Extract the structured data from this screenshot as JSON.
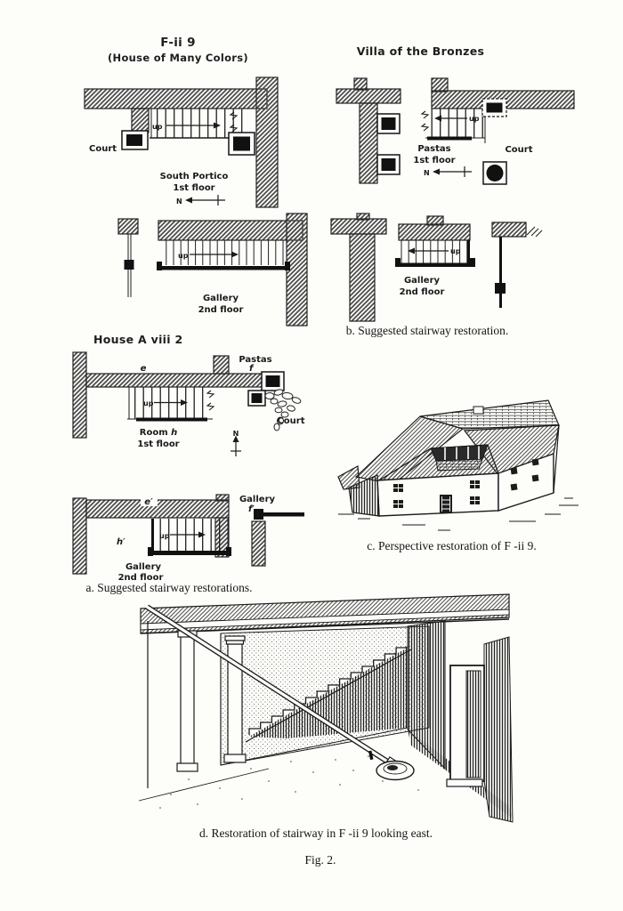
{
  "figure": {
    "label": "Fig. 2."
  },
  "colors": {
    "ink": "#1b1b1b",
    "paper": "#fdfdfa"
  },
  "captions": {
    "a": "a.  Suggested stairway restorations.",
    "b": "b.  Suggested stairway restoration.",
    "c": "c.  Perspective restoration of F -ii 9.",
    "d": "d.  Restoration of stairway in F -ii 9 looking east."
  },
  "fii9": {
    "title": "F-ii 9",
    "subtitle": "(House of Many Colors)",
    "plan1": {
      "up": "up",
      "court": "Court",
      "room": "South Portico",
      "floor": "1st floor",
      "north": "N"
    },
    "plan2": {
      "up": "up",
      "room": "Gallery",
      "floor": "2nd floor"
    }
  },
  "villa": {
    "title": "Villa of the Bronzes",
    "plan1": {
      "up": "up",
      "room": "Pastas",
      "floor": "1st floor",
      "court": "Court",
      "north": "N"
    },
    "plan2": {
      "up": "up",
      "room": "Gallery",
      "floor": "2nd floor"
    }
  },
  "houseA": {
    "title": "House A viii 2",
    "plan1": {
      "e": "e",
      "pastas": "Pastas",
      "f": "f",
      "court": "Court",
      "up": "up",
      "room": "Room ",
      "room_letter": "h",
      "floor": "1st floor",
      "north": "N"
    },
    "plan2": {
      "e": "e′",
      "h": "h′",
      "up": "up",
      "room": "Gallery",
      "floor": "2nd floor",
      "gallery_frag": "Gallery",
      "f": "f′"
    }
  }
}
